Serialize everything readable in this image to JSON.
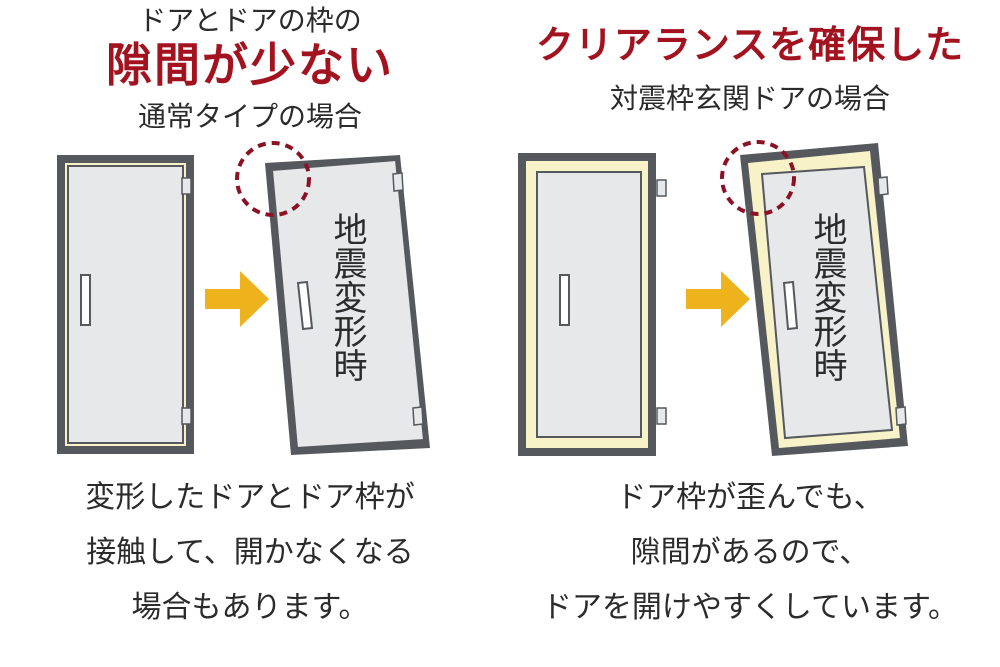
{
  "left": {
    "header_line1": "ドアとドアの枠の",
    "header_emphasis": "隙間が少ない",
    "header_line3": "通常タイプの場合",
    "deformed_label": "地震変形時",
    "caption": [
      "変形したドアとドア枠が",
      "接触して、開かなくなる",
      "場合もあります。"
    ]
  },
  "right": {
    "header_emphasis": "クリアランスを確保した",
    "header_line2": "対震枠玄関ドアの場合",
    "deformed_label": "地震変形時",
    "caption": [
      "ドア枠が歪んでも、",
      "隙間があるので、",
      "ドアを開けやすくしています。"
    ]
  },
  "colors": {
    "frame": "#55595e",
    "door": "#e6e8e9",
    "clearance": "#f8f2c8",
    "arrow": "#eeb21c",
    "circle": "#8a1224",
    "emphasis": "#a3121f"
  }
}
